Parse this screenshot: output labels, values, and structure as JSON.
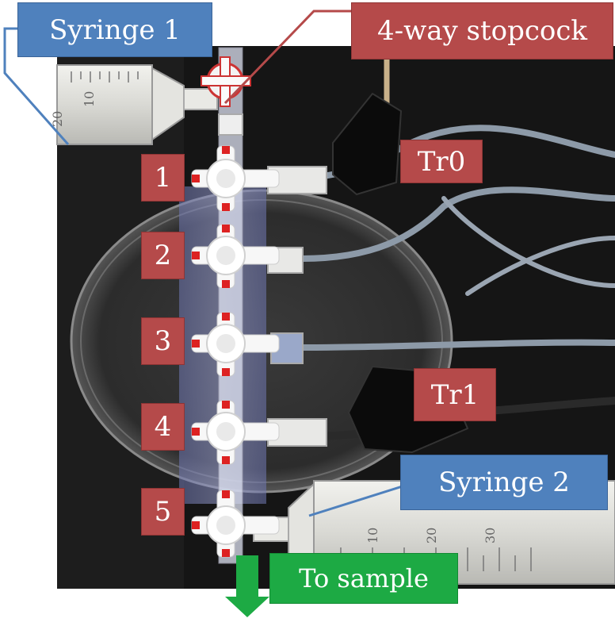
{
  "labels": {
    "syringe1": "Syringe 1",
    "stopcock": "4-way stopcock",
    "tr0": "Tr0",
    "tr1": "Tr1",
    "syringe2": "Syringe 2",
    "to_sample": "To sample"
  },
  "valve_numbers": [
    "1",
    "2",
    "3",
    "4",
    "5"
  ],
  "syringe_scale_marks": [
    "10",
    "20",
    "10",
    "20",
    "30"
  ],
  "colors": {
    "blue_label": "#4f81bd",
    "red_label": "#b54a4a",
    "green_label": "#1daa44",
    "green_arrow": "#1daa44",
    "blue_leader": "#4f81bd",
    "red_leader": "#b54a4a",
    "background_mat": "#151515"
  }
}
